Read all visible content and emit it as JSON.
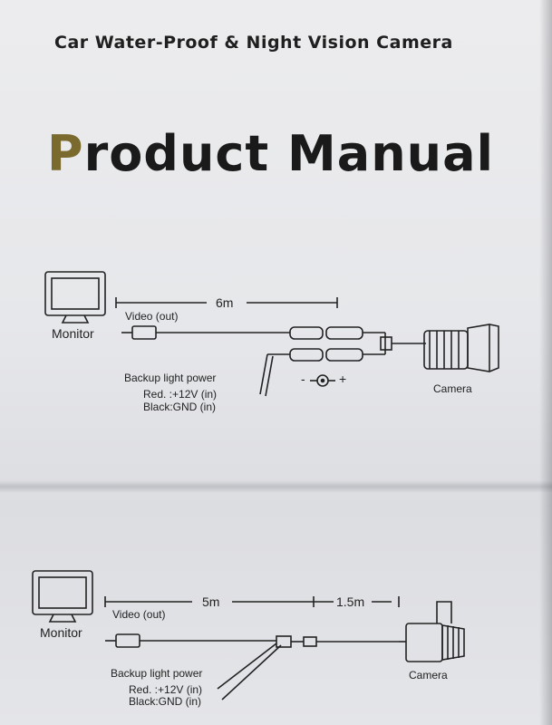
{
  "header": {
    "subtitle": "Car Water-Proof & Night Vision Camera",
    "title_first_letter": "P",
    "title_rest": "roduct Manual"
  },
  "diagram_top": {
    "monitor_label": "Monitor",
    "cable_length": "6m",
    "video_label": "Video (out)",
    "power_label": "Backup light power",
    "red_label": "Red. :+12V (in)",
    "black_label": "Black:GND (in)",
    "polarity_minus": "-",
    "polarity_plus": "+",
    "camera_label": "Camera"
  },
  "diagram_bottom": {
    "monitor_label": "Monitor",
    "cable_length_main": "5m",
    "cable_length_short": "1.5m",
    "video_label": "Video (out)",
    "power_label": "Backup light power",
    "red_label": "Red. :+12V (in)",
    "black_label": "Black:GND (in)",
    "camera_label": "Camera"
  }
}
